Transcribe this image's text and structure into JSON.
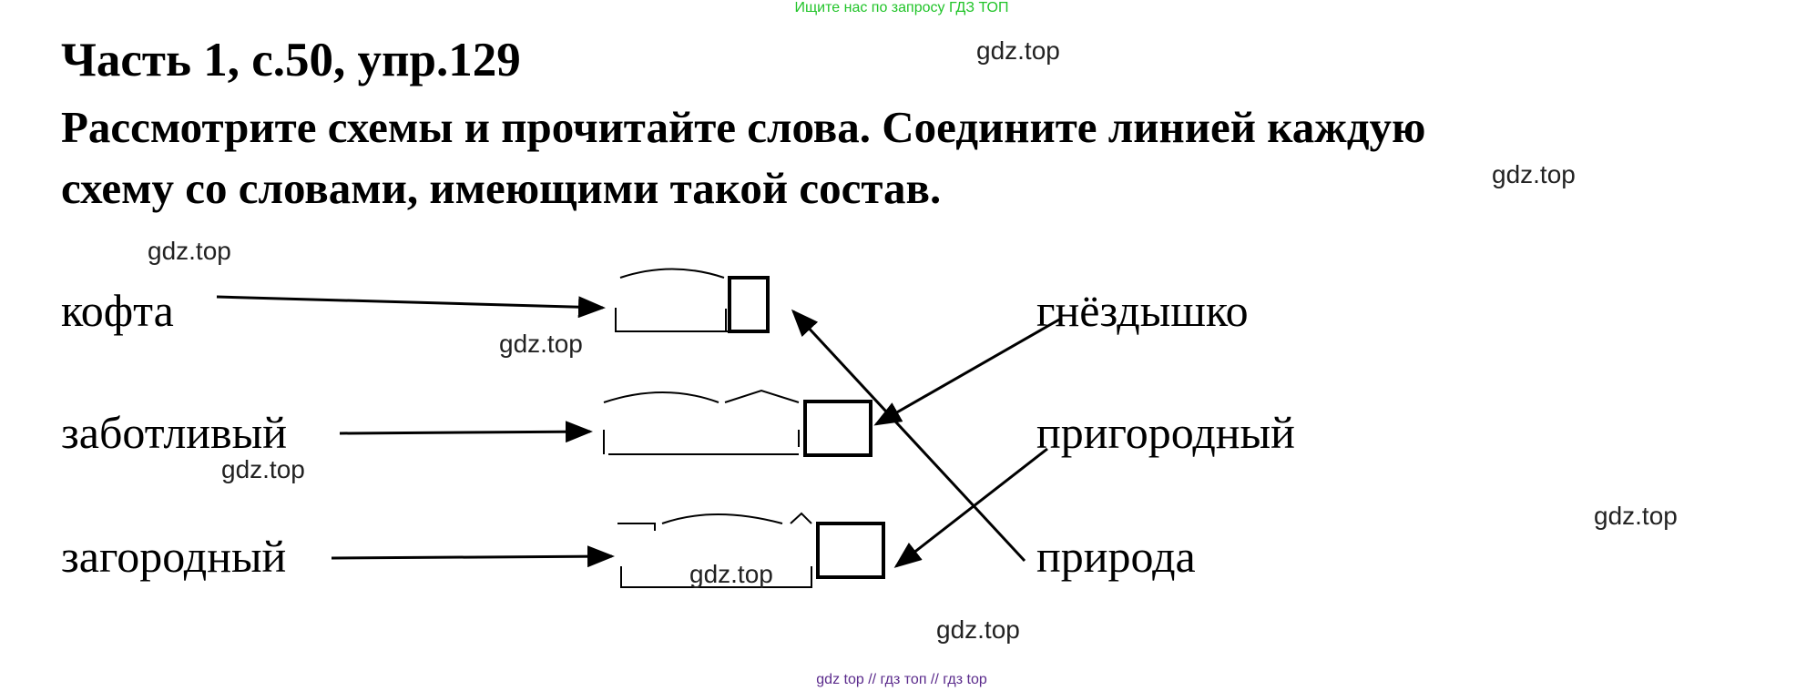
{
  "top_banner": "Ищите нас по запросу ГДЗ ТОП",
  "title": "Часть 1, с.50, упр.129",
  "task_lines": [
    "Рассмотрите схемы и прочитайте слова. Соедините линией каждую",
    "схему со словами, имеющими такой состав."
  ],
  "left_words": [
    "кофта",
    "заботливый",
    "загородный"
  ],
  "right_words": [
    "гнёздышко",
    "пригородный",
    "природа"
  ],
  "watermark": "gdz.top",
  "bottom_banner": "gdz top  //  гдз топ  //  гдз top",
  "colors": {
    "banner_green": "#22c42a",
    "banner_purple": "#5b2b8c"
  }
}
